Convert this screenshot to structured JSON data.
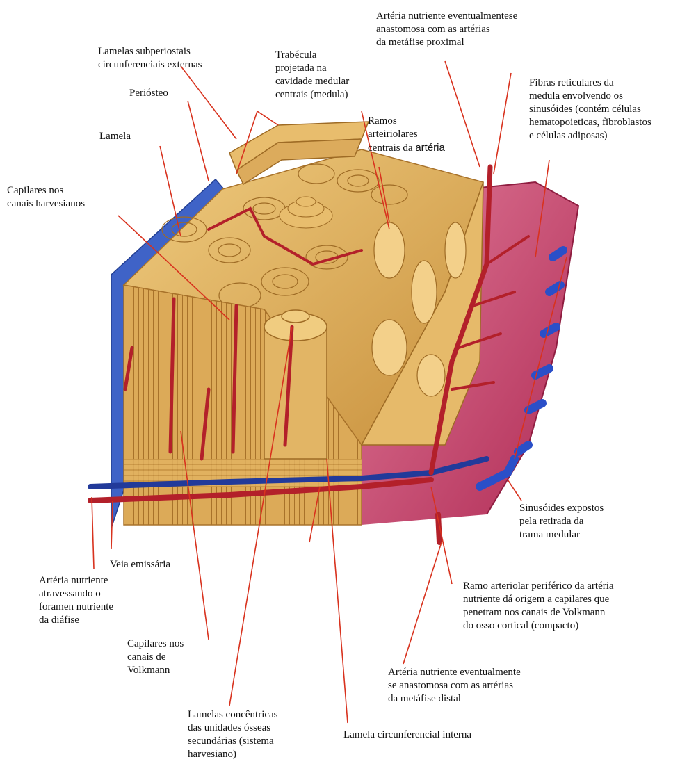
{
  "labels": {
    "art_nut_proximal": "Artéria  nutriente  eventualmentese\nanastomosa com as artérias\nda metáfise proximal",
    "lamelas_subperiostais": "Lamelas subperiostais\ncircunferenciais externas",
    "trabecula": "Trabécula\nprojetada na\ncavidade medular\ncentrais (medula)",
    "fibras_reticulares": "Fibras reticulares da\nmedula envolvendo os\nsinusóides (contém células\nhematopoieticas, fibroblastos\ne células adiposas)",
    "periosteo": "Periósteo",
    "ramos_pre": "Ramos\narteiriolares\ncentrais da ",
    "ramos_sans": "artéria",
    "lamela": "Lamela",
    "capilares_harvesianos": "Capilares nos\ncanais harvesianos",
    "sinusoides": "Sinusóides expostos\npela retirada da\ntrama medular",
    "veia_emissaria": "Veia emissária",
    "ramo_arteriolar": "Ramo arteriolar periférico da artéria\nnutriente dá origem a capilares que\npenetram nos canais de Volkmann\ndo osso cortical (compacto)",
    "art_nut_foramen": "Artéria nutriente\natravessando o\nforamen nutriente\nda diáfise",
    "capilares_volkmann": "Capilares nos\ncanais de\nVolkmann",
    "art_nut_distal": "Artéria nutriente eventualmente\nse anastomosa com as artérias\nda metáfise distal",
    "lamelas_concentricas": "Lamelas concêntricas\ndas unidades ósseas\nsecundárias (sistema\nharvesiano)",
    "lamela_interna": "Lamela circunferencial interna"
  },
  "colors": {
    "bone": "#e3b35f",
    "bone_dark": "#b07a2c",
    "periosteum": "#3f63c7",
    "vessel_red": "#b3202a",
    "marrow": "#c8436a",
    "leader": "#d8321e"
  }
}
